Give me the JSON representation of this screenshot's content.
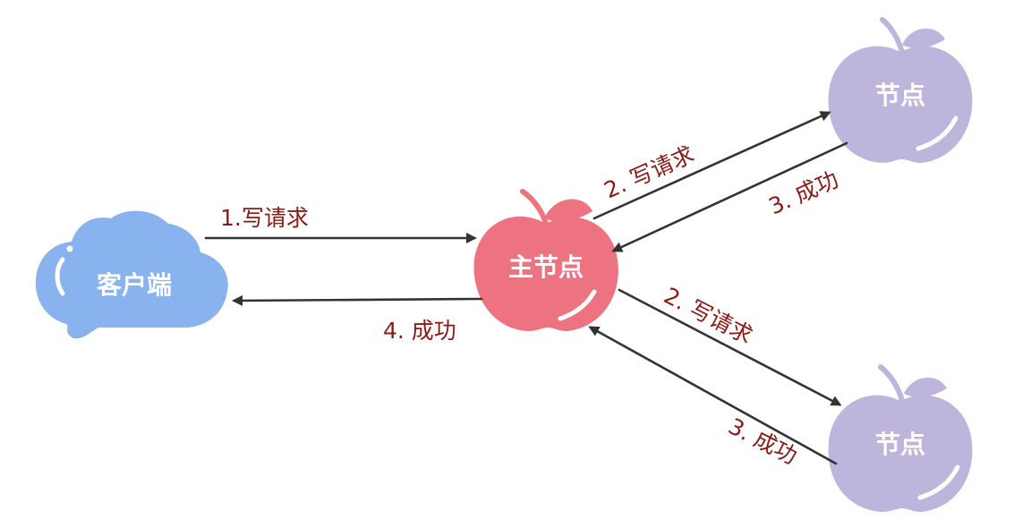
{
  "nodes": {
    "client": {
      "label": "客户端",
      "color": "#89b3ee"
    },
    "master": {
      "label": "主节点",
      "color": "#ee7380"
    },
    "replica_top": {
      "label": "节点",
      "color": "#beb5dc"
    },
    "replica_bottom": {
      "label": "节点",
      "color": "#beb5dc"
    }
  },
  "edges": {
    "client_to_master": "1.写请求",
    "master_to_client": "4. 成功",
    "master_to_top": "2. 写请求",
    "top_to_master": "3. 成功",
    "master_to_bottom": "2. 写请求",
    "bottom_to_master": "3. 成功"
  },
  "colors": {
    "arrow": "#333333",
    "edge_text": "#8b1a14",
    "leaf": "#ee7380",
    "leaf_light": "#beb5dc"
  }
}
